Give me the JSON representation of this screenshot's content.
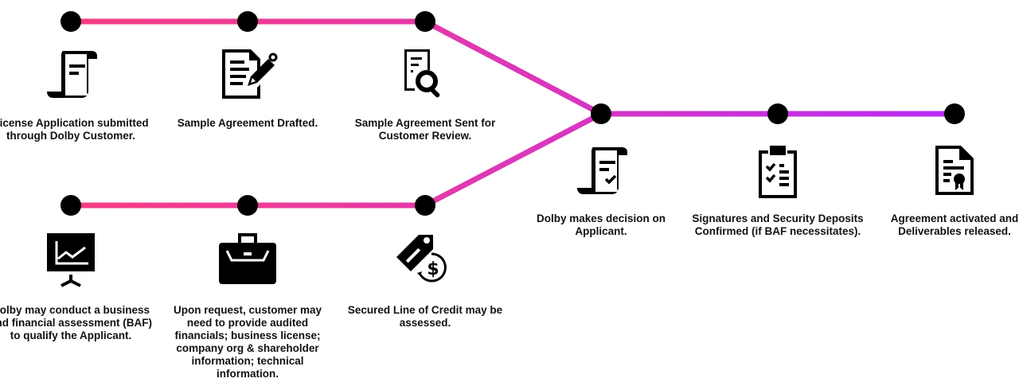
{
  "diagram": {
    "colors": {
      "line_start": "#f63d83",
      "line_mid": "#e03ab0",
      "line_end": "#bb2cf6",
      "node": "#000000",
      "text": "#111111"
    },
    "top_path": [
      {
        "id": "step-1",
        "label": "License Application submitted through Dolby Customer.",
        "icon": "scroll-document-icon"
      },
      {
        "id": "step-2",
        "label": "Sample Agreement Drafted.",
        "icon": "document-edit-pencil-icon"
      },
      {
        "id": "step-3",
        "label": "Sample Agreement Sent for Customer Review.",
        "icon": "document-search-icon"
      }
    ],
    "bottom_path": [
      {
        "id": "step-b1",
        "label": "Dolby may conduct a business and financial assessment (BAF) to qualify the Applicant.",
        "icon": "presentation-chart-icon"
      },
      {
        "id": "step-b2",
        "label": "Upon request, customer may need to provide audited financials; business license; company org & shareholder information; technical information.",
        "icon": "briefcase-icon"
      },
      {
        "id": "step-b3",
        "label": "Secured Line of Credit may be assessed.",
        "icon": "price-tag-dollar-icon"
      }
    ],
    "merged_path": [
      {
        "id": "step-4",
        "label": "Dolby makes decision on Applicant.",
        "icon": "scroll-checkmark-icon"
      },
      {
        "id": "step-5",
        "label": "Signatures and Security Deposits Confirmed (if BAF necessitates).",
        "icon": "clipboard-checklist-icon"
      },
      {
        "id": "step-6",
        "label": "Agreement activated and Deliverables released.",
        "icon": "certificate-document-icon"
      }
    ]
  }
}
